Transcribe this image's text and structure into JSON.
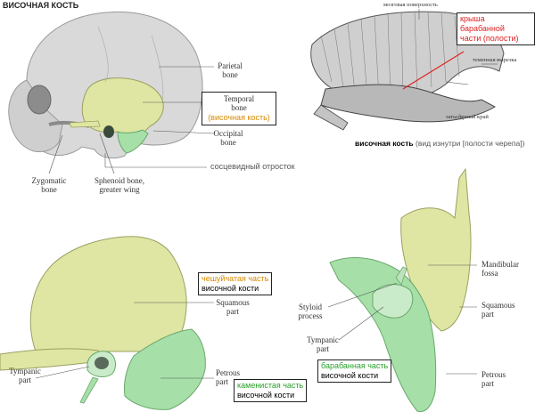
{
  "title": "ВИСОЧНАЯ КОСТЬ",
  "colors": {
    "temporal_bone": "#dfe6a3",
    "petrous_bone": "#a6e0a8",
    "skull": "#d8d8d8",
    "red_label": "#e02020",
    "orange_label": "#d98a00",
    "green_label": "#2aa02a"
  },
  "skull_labels": {
    "parietal": [
      "Parietal",
      "bone"
    ],
    "temporal": [
      "Temporal",
      "bone"
    ],
    "temporal_ru": "(височная кость)",
    "occipital": [
      "Occipital",
      "bone"
    ],
    "mastoid_ru": "сосцевидный отросток",
    "zygomatic": [
      "Zygomatic",
      "bone"
    ],
    "sphenoid": [
      "Sphenoid bone,",
      "greater wing"
    ]
  },
  "inner_view": {
    "surface": "мозговая поверхность",
    "roof": [
      "крыша барабанной",
      "части (полости)"
    ],
    "notch": "теменная вырезка",
    "edge": "затылочный край",
    "caption_bold": "височная кость",
    "caption_rest": "(вид изнутри [полости черепа])"
  },
  "lateral_view": {
    "squamous_box": [
      "чешуйчатая часть",
      "височной кости"
    ],
    "squamous": [
      "Squamous",
      "part"
    ],
    "tympanic": [
      "Tympanic",
      "part"
    ],
    "petrous": [
      "Petrous",
      "part"
    ],
    "petrous_box": [
      "каменистая часть",
      "височной кости"
    ]
  },
  "inferior_view": {
    "mandibular": [
      "Mandibular",
      "fossa"
    ],
    "styloid": [
      "Styloid",
      "process"
    ],
    "squamous": [
      "Squamous",
      "part"
    ],
    "tympanic": [
      "Tympanic",
      "part"
    ],
    "tympanic_box": [
      "барабанная часть",
      "височной кости"
    ],
    "petrous": [
      "Petrous",
      "part"
    ]
  }
}
